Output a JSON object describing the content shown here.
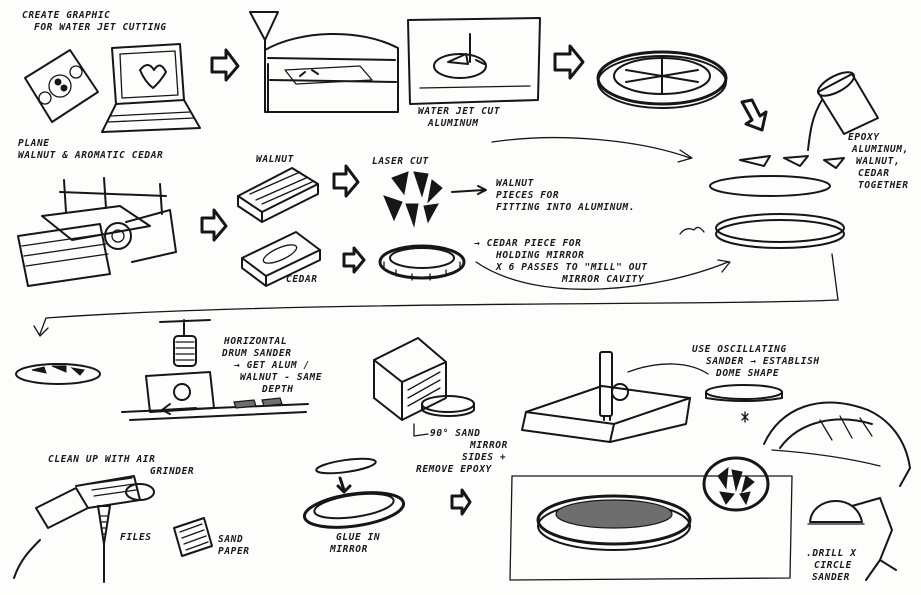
{
  "annotations": {
    "create_graphic": [
      "CREATE GRAPHIC",
      "FOR WATER JET CUTTING"
    ],
    "water_jet": [
      "WATER JET CUT",
      "ALUMINUM"
    ],
    "plane": [
      "PLANE",
      "WALNUT & AROMATIC CEDAR"
    ],
    "walnut": [
      "WALNUT"
    ],
    "cedar": [
      "CEDAR"
    ],
    "laser_cut": [
      "LASER CUT"
    ],
    "walnut_pieces": [
      "WALNUT",
      "PIECES FOR",
      "FITTING INTO ALUMINUM."
    ],
    "cedar_piece": [
      "→ CEDAR PIECE FOR",
      "HOLDING MIRROR",
      "X 6 PASSES TO \"MILL\" OUT",
      "MIRROR CAVITY"
    ],
    "epoxy": [
      "EPOXY",
      "ALUMINUM,",
      "WALNUT,",
      "CEDAR",
      "TOGETHER"
    ],
    "drum_sander": [
      "HORIZONTAL",
      "DRUM SANDER",
      "→ GET ALUM /",
      "WALNUT - SAME",
      "DEPTH"
    ],
    "sand_mirror": [
      "90° SAND",
      "MIRROR",
      "SIDES +",
      "REMOVE EPOXY"
    ],
    "oscillating": [
      "USE OSCILLATING",
      "SANDER → ESTABLISH",
      "DOME SHAPE"
    ],
    "cleanup": [
      "CLEAN UP WITH AIR",
      "GRINDER"
    ],
    "files": [
      "FILES"
    ],
    "sand_paper": [
      "SAND",
      "PAPER"
    ],
    "glue_mirror": [
      "GLUE IN",
      "MIRROR"
    ],
    "drill_sander": [
      ".DRILL X",
      "CIRCLE",
      "SANDER"
    ]
  },
  "icons": {
    "arrow": "process-arrow-icon"
  }
}
